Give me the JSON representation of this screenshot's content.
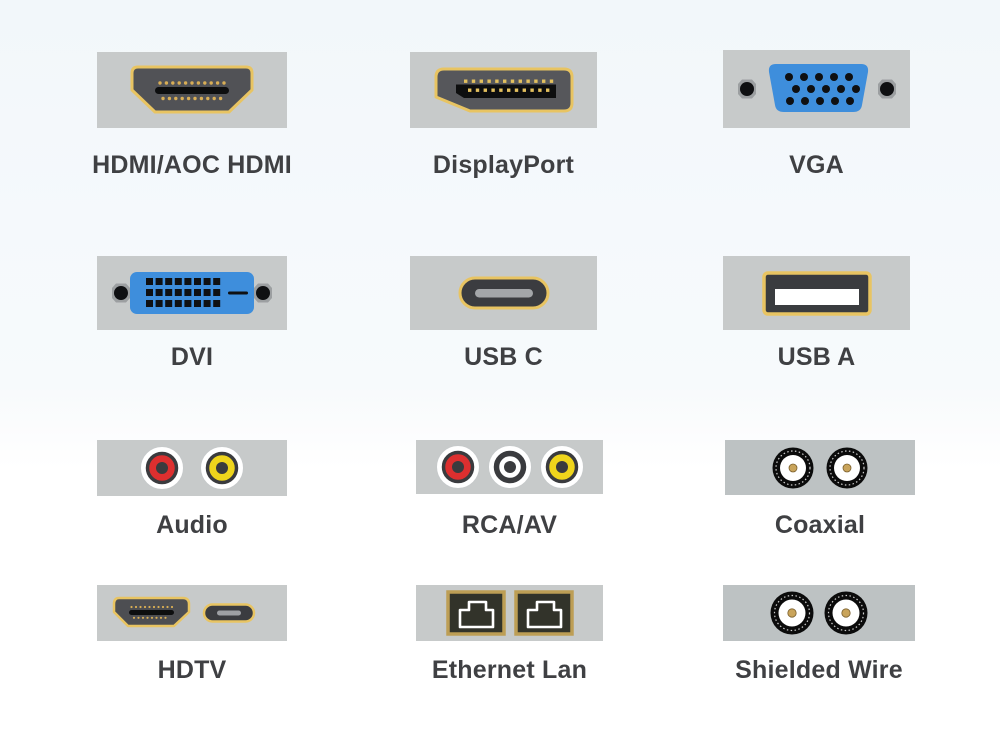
{
  "title": "Connector type reference grid",
  "connectors": [
    {
      "id": "hdmi",
      "label": "HDMI/AOC HDMI",
      "icon": "hdmi-port-icon"
    },
    {
      "id": "displayport",
      "label": "DisplayPort",
      "icon": "displayport-port-icon"
    },
    {
      "id": "vga",
      "label": "VGA",
      "icon": "vga-port-icon"
    },
    {
      "id": "dvi",
      "label": "DVI",
      "icon": "dvi-port-icon"
    },
    {
      "id": "usb_c",
      "label": "USB C",
      "icon": "usb-c-port-icon"
    },
    {
      "id": "usb_a",
      "label": "USB A",
      "icon": "usb-a-port-icon"
    },
    {
      "id": "audio",
      "label": "Audio",
      "icon": "audio-jacks-icon"
    },
    {
      "id": "rca_av",
      "label": "RCA/AV",
      "icon": "rca-av-jacks-icon"
    },
    {
      "id": "coaxial",
      "label": "Coaxial",
      "icon": "coaxial-connectors-icon"
    },
    {
      "id": "hdtv",
      "label": "HDTV",
      "icon": "hdtv-ports-icon"
    },
    {
      "id": "ethernet",
      "label": "Ethernet Lan",
      "icon": "ethernet-ports-icon"
    },
    {
      "id": "shielded_wire",
      "label": "Shielded Wire",
      "icon": "shielded-wire-connectors-icon"
    }
  ],
  "colors": {
    "card_gray": "#c7caca",
    "card_gray_darker": "#bdc2c3",
    "gold_border": "#e9c360",
    "connector_dark": "#515256",
    "pin_black": "#0d0e0f",
    "pin_gold": "#d9ae55",
    "vga_dvi_blue": "#3e8edc",
    "rca_red": "#dd2f2f",
    "rca_yellow": "#efd51c",
    "rca_white": "#ffffff",
    "rca_ring_dark": "#3a3b3e",
    "coax_center_gold": "#c9a45b",
    "ethernet_border_gold": "#bd9e55",
    "ethernet_dark": "#32332a",
    "label_text": "#3f4043",
    "background_top": "#f4f8fb",
    "background_bottom": "#ffffff"
  }
}
